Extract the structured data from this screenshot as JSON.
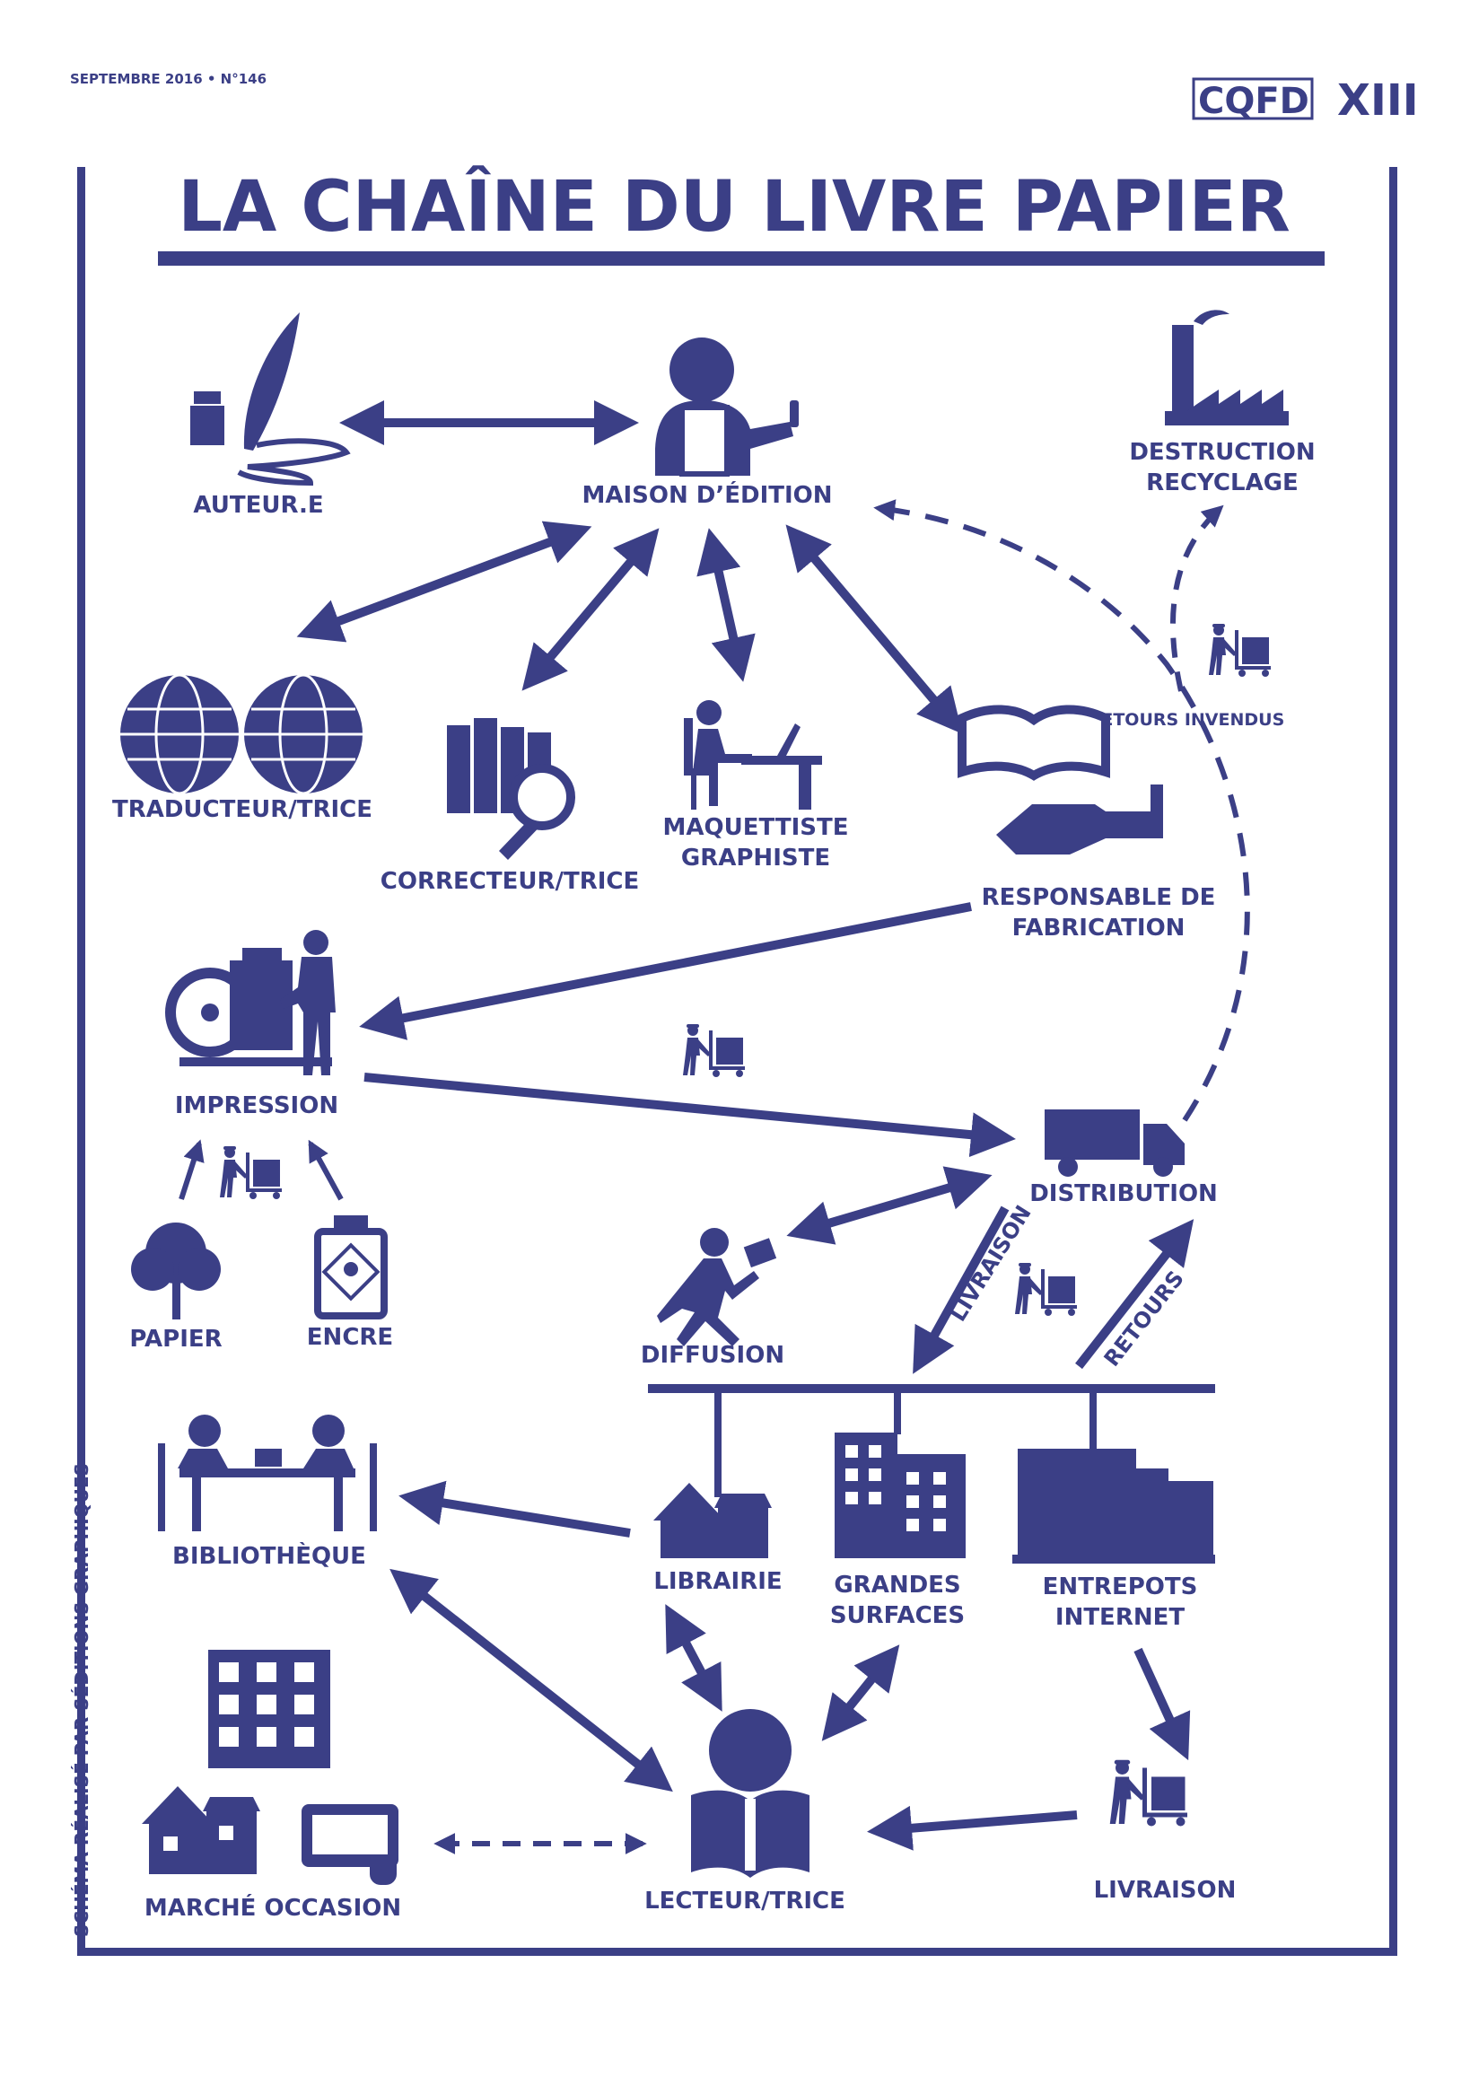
{
  "header": {
    "issue": "SEPTEMBRE 2016 • N°146",
    "logo": "CQFD",
    "page_number": "XIII"
  },
  "title": "LA CHAÎNE DU LIVRE PAPIER",
  "credit": "SCHÉMA RÉALISÉ PAR SÉDITIONS GRAPHIQUES",
  "colors": {
    "ink": "#3b3f86",
    "background": "#ffffff"
  },
  "nodes": {
    "auteur": {
      "label": "AUTEUR.E",
      "icon": "quill-inkwell-icon"
    },
    "maison": {
      "label": "MAISON D’ÉDITION",
      "icon": "publisher-person-icon"
    },
    "destruction": {
      "line1": "DESTRUCTION",
      "line2": "RECYCLAGE",
      "icon": "factory-icon"
    },
    "retours_invendus": {
      "label": "RETOURS INVENDUS",
      "icon": "handtruck-worker-icon"
    },
    "traducteur": {
      "label": "TRADUCTEUR/TRICE",
      "icon": "globes-icon"
    },
    "correcteur": {
      "label": "CORRECTEUR/TRICE",
      "icon": "books-magnifier-icon"
    },
    "maquettiste": {
      "line1": "MAQUETTISTE",
      "line2": "GRAPHISTE",
      "icon": "desk-computer-icon"
    },
    "responsable": {
      "line1": "RESPONSABLE DE",
      "line2": "FABRICATION",
      "icon": "open-book-hand-icon"
    },
    "impression": {
      "label": "IMPRESSION",
      "icon": "printing-press-icon"
    },
    "distribution": {
      "label": "DISTRIBUTION",
      "icon": "truck-icon"
    },
    "diffusion": {
      "label": "DIFFUSION",
      "icon": "running-salesman-icon"
    },
    "papier": {
      "label": "PAPIER",
      "icon": "tree-icon"
    },
    "encre": {
      "label": "ENCRE",
      "icon": "ink-bottle-icon"
    },
    "livraison_diag": "LIVRAISON",
    "retours_diag": "RETOURS",
    "bibliotheque": {
      "label": "BIBLIOTHÈQUE",
      "icon": "library-readers-icon"
    },
    "librairie": {
      "label": "LIBRAIRIE",
      "icon": "house-shop-icon"
    },
    "grandes_surfaces": {
      "line1": "GRANDES",
      "line2": "SURFACES",
      "icon": "building-icon"
    },
    "entrepots": {
      "line1": "ENTREPOTS",
      "line2": "INTERNET",
      "icon": "warehouse-icon"
    },
    "marche_occasion": {
      "label": "MARCHÉ OCCASION",
      "icon": "used-market-icon"
    },
    "lecteur": {
      "label": "LECTEUR/TRICE",
      "icon": "reader-icon"
    },
    "livraison": {
      "label": "LIVRAISON",
      "icon": "delivery-worker-icon"
    }
  }
}
